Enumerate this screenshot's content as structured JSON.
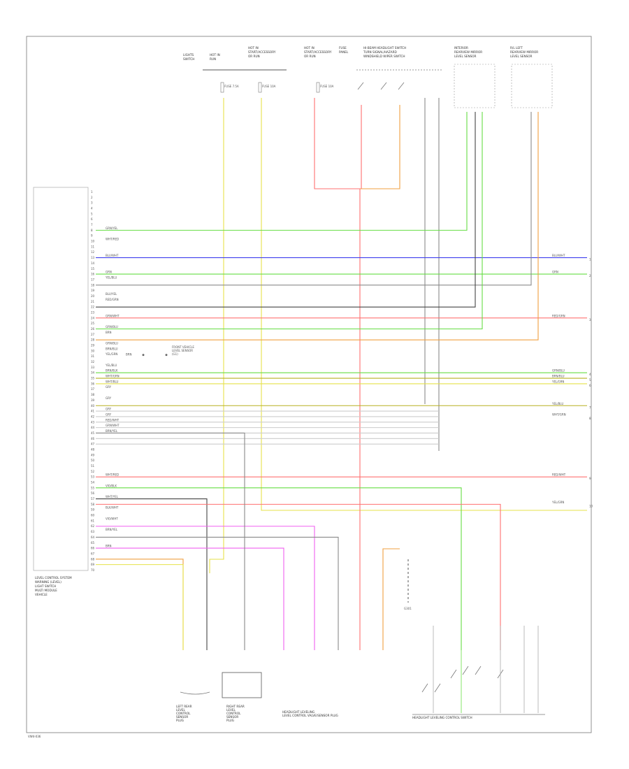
{
  "diagram": {
    "footer_code": "VW4-036",
    "module": {
      "label_lines": [
        "LEVEL CONTROL SYSTEM",
        "WARNING (LEVEL)",
        "LIGHT SWITCH",
        "MULTI MODULE",
        "VEHICLE"
      ]
    },
    "top_components": [
      {
        "lines": [
          "LIGHTS",
          "SWITCH"
        ]
      },
      {
        "lines": [
          "HOT IN",
          "RUN"
        ]
      },
      {
        "lines": [
          "HOT IN",
          "START/ACCESSORY",
          "OR RUN"
        ]
      },
      {
        "lines": [
          "HOT IN",
          "START/ACCESSORY",
          "OR RUN"
        ]
      },
      {
        "lines": [
          "FUSE",
          "PANEL"
        ]
      },
      {
        "lines": [
          "HI-BEAM HEADLIGHT SWITCH",
          "TURN SIGNAL/HAZARD",
          "WINDSHIELD WIPER SWITCH"
        ]
      },
      {
        "lines": [
          "INTERIOR",
          "REARVIEW MIRROR",
          "LEVEL SENSOR"
        ]
      },
      {
        "lines": [
          "R/L LEFT",
          "REARVIEW MIRROR",
          "LEVEL SENSOR"
        ]
      }
    ],
    "fuses": [
      "FUSE 7.5A",
      "FUSE 10A",
      "FUSE 10A"
    ],
    "pins": [
      "1",
      "2",
      "3",
      "4",
      "5",
      "6",
      "7",
      "8",
      "9",
      "10",
      "11",
      "12",
      "13",
      "14",
      "15",
      "16",
      "17",
      "18",
      "19",
      "20",
      "21",
      "22",
      "23",
      "24",
      "25",
      "26",
      "27",
      "28",
      "29",
      "30",
      "31",
      "32",
      "33",
      "34",
      "35",
      "36",
      "37",
      "38",
      "39",
      "40",
      "41",
      "42",
      "43",
      "44",
      "45",
      "46",
      "47",
      "48",
      "49",
      "50",
      "51",
      "52",
      "53",
      "54",
      "55",
      "56",
      "57",
      "58",
      "59",
      "60",
      "61",
      "62",
      "63",
      "64",
      "65",
      "66",
      "67",
      "68",
      "69",
      "70"
    ],
    "wire_labels": [
      "GRN/YEL",
      "WHT/RED",
      "BLU/WHT",
      "GRN",
      "YEL/BLU",
      "BLU/YEL",
      "RED/GRN",
      "GRN/WHT",
      "GRN/BLU",
      "BRN",
      "GRN/BLU",
      "BRN/BLU",
      "YEL/GRN",
      "YEL/BLU",
      "BRN/BLK",
      "WHT/GRN",
      "WHT/BLU",
      "GRY",
      "GRY",
      "GRY",
      "GRY",
      "RED/WHT",
      "GRN/WHT",
      "BRN/YEL",
      "WHT/RED",
      "VIO/BLK",
      "WHT/YEL",
      "BLK/WHT",
      "VIO/WHT",
      "BRN/YEL",
      "BRN"
    ],
    "right_labels": [
      "BLU/WHT",
      "GRN",
      "RED/GRN",
      "GRN/BLU",
      "BRN/BLU",
      "YEL/GRN",
      "YEL/BLU",
      "WHT/GRN",
      "RED/WHT",
      "YEL/GRN"
    ],
    "right_pin_marks": [
      "1",
      "2",
      "3",
      "4",
      "5",
      "6",
      "7",
      "8",
      "9",
      "10"
    ],
    "inline_note": {
      "wire": "BRN",
      "lines": [
        "FRONT VEHICLE",
        "LEVEL SENSOR",
        "(G1)"
      ]
    },
    "bottom_components": [
      {
        "lines": [
          "LEFT REAR",
          "LEVEL",
          "CONTROL",
          "SENSOR",
          "PLUG"
        ]
      },
      {
        "lines": [
          "RIGHT REAR",
          "LEVEL",
          "CONTROL",
          "SENSOR",
          "PLUG"
        ]
      },
      {
        "lines": [
          "HEADLIGHT LEVELING",
          "LEVEL CONTROL VALVE/SENSOR PLUG"
        ]
      },
      {
        "lines": [
          "HEADLIGHT LEVELING CONTROL SWITCH"
        ]
      }
    ],
    "ground_label": "G301",
    "wire_colors": {
      "green": "#66dd44",
      "blue": "#4040ee",
      "red": "#ff7070",
      "yellow": "#e6e24a",
      "olive": "#b8b020",
      "gray": "#8a8a8a",
      "dark": "#444444",
      "pink": "#f060f0",
      "orange": "#f0a040",
      "lightgray": "#cccccc"
    }
  }
}
